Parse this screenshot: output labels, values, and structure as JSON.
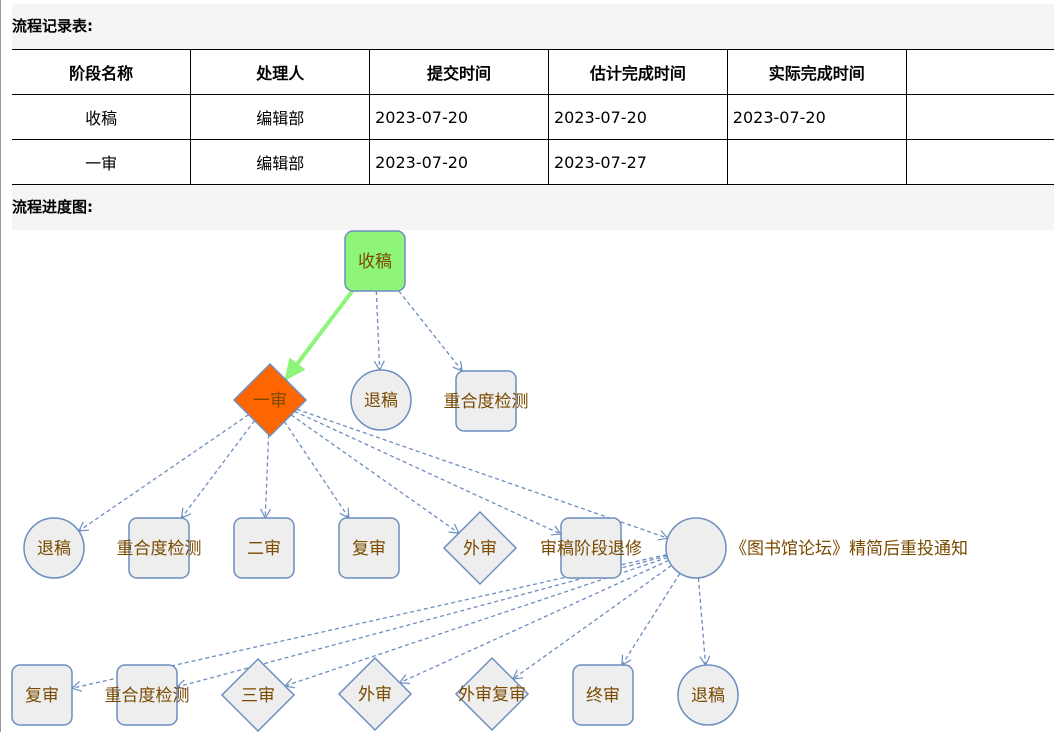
{
  "record_title": "流程记录表:",
  "table": {
    "headers": [
      "阶段名称",
      "处理人",
      "提交时间",
      "估计完成时间",
      "实际完成时间",
      ""
    ],
    "rows": [
      [
        "收稿",
        "编辑部",
        "2023-07-20",
        "2023-07-20",
        "2023-07-20",
        ""
      ],
      [
        "一审",
        "编辑部",
        "2023-07-20",
        "2023-07-27",
        "",
        ""
      ]
    ]
  },
  "chart_title": "流程进度图:",
  "colors": {
    "done": "#8ef57a",
    "current": "#ff6600",
    "pending": "#eeeeee",
    "edge": "#6c8ebf",
    "label": "#7a4a00"
  },
  "nodes": [
    {
      "id": "n0",
      "label": "收稿",
      "shape": "rect",
      "state": "done"
    },
    {
      "id": "n1",
      "label": "一审",
      "shape": "diamond",
      "state": "current"
    },
    {
      "id": "n2",
      "label": "退稿",
      "shape": "circle"
    },
    {
      "id": "n3",
      "label": "重合度检测",
      "shape": "rect"
    },
    {
      "id": "n4",
      "label": "退稿",
      "shape": "circle"
    },
    {
      "id": "n5",
      "label": "重合度检测",
      "shape": "rect"
    },
    {
      "id": "n6",
      "label": "二审",
      "shape": "rect"
    },
    {
      "id": "n7",
      "label": "复审",
      "shape": "rect"
    },
    {
      "id": "n8",
      "label": "外审",
      "shape": "diamond"
    },
    {
      "id": "n9",
      "label": "审稿阶段退修",
      "shape": "rect"
    },
    {
      "id": "n10",
      "label": "《图书馆论坛》精简后重投通知",
      "shape": "circle"
    },
    {
      "id": "n11",
      "label": "复审",
      "shape": "rect"
    },
    {
      "id": "n12",
      "label": "重合度检测",
      "shape": "rect"
    },
    {
      "id": "n13",
      "label": "三审",
      "shape": "diamond"
    },
    {
      "id": "n14",
      "label": "外审",
      "shape": "diamond"
    },
    {
      "id": "n15",
      "label": "外审复审",
      "shape": "diamond"
    },
    {
      "id": "n16",
      "label": "终审",
      "shape": "rect"
    },
    {
      "id": "n17",
      "label": "退稿",
      "shape": "circle"
    }
  ],
  "edges": [
    [
      "n0",
      "n1",
      "done"
    ],
    [
      "n0",
      "n2"
    ],
    [
      "n0",
      "n3"
    ],
    [
      "n1",
      "n4"
    ],
    [
      "n1",
      "n5"
    ],
    [
      "n1",
      "n6"
    ],
    [
      "n1",
      "n7"
    ],
    [
      "n1",
      "n8"
    ],
    [
      "n1",
      "n9"
    ],
    [
      "n1",
      "n10"
    ],
    [
      "n10",
      "n11"
    ],
    [
      "n10",
      "n12"
    ],
    [
      "n10",
      "n13"
    ],
    [
      "n10",
      "n14"
    ],
    [
      "n10",
      "n15"
    ],
    [
      "n10",
      "n16"
    ],
    [
      "n10",
      "n17"
    ]
  ]
}
